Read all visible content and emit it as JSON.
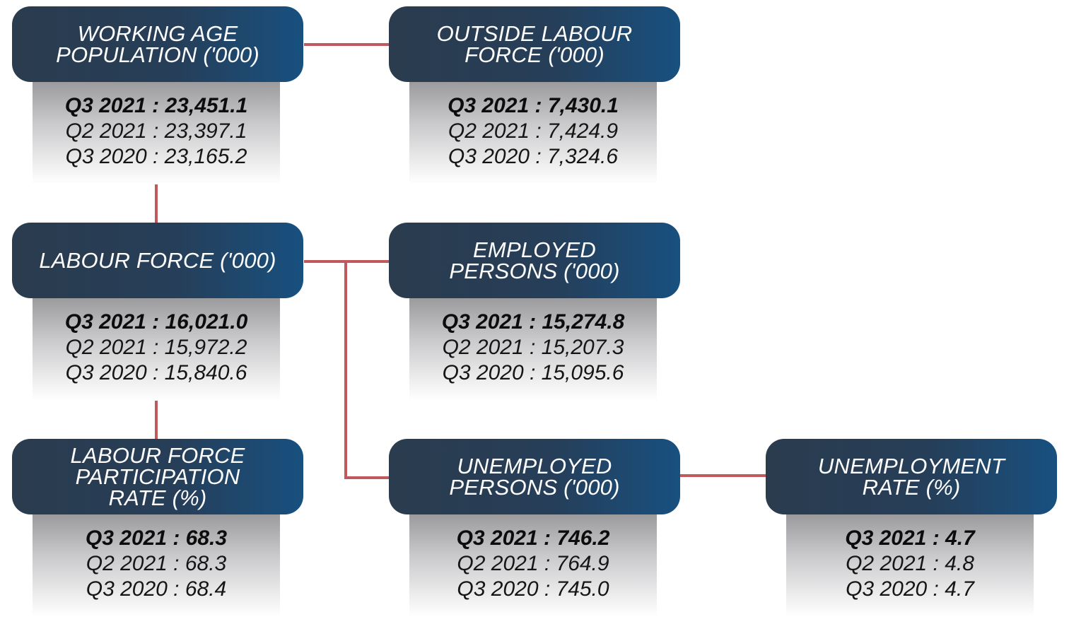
{
  "nodes": {
    "working_age": {
      "title": "WORKING AGE\nPOPULATION ('000)",
      "q3_2021": "Q3 2021 : 23,451.1",
      "q2_2021": "Q2 2021 : 23,397.1",
      "q3_2020": "Q3 2020 : 23,165.2"
    },
    "outside_labour": {
      "title": "OUTSIDE LABOUR\nFORCE ('000)",
      "q3_2021": "Q3 2021 : 7,430.1",
      "q2_2021": "Q2 2021 : 7,424.9",
      "q3_2020": "Q3 2020 : 7,324.6"
    },
    "labour_force": {
      "title": "LABOUR FORCE ('000)",
      "q3_2021": "Q3 2021 : 16,021.0",
      "q2_2021": "Q2 2021 : 15,972.2",
      "q3_2020": "Q3 2020 : 15,840.6"
    },
    "employed": {
      "title": "EMPLOYED\nPERSONS ('000)",
      "q3_2021": "Q3 2021 : 15,274.8",
      "q2_2021": "Q2 2021 : 15,207.3",
      "q3_2020": "Q3 2020 : 15,095.6"
    },
    "lfpr": {
      "title": "LABOUR FORCE\nPARTICIPATION\nRATE (%)",
      "q3_2021": "Q3 2021 : 68.3",
      "q2_2021": "Q2 2021 : 68.3",
      "q3_2020": "Q3 2020 : 68.4"
    },
    "unemployed": {
      "title": "UNEMPLOYED\nPERSONS ('000)",
      "q3_2021": "Q3 2021 : 746.2",
      "q2_2021": "Q2 2021 : 764.9",
      "q3_2020": "Q3 2020 : 745.0"
    },
    "unemployment_rate": {
      "title": "UNEMPLOYMENT\nRATE (%)",
      "q3_2021": "Q3 2021 : 4.7",
      "q2_2021": "Q2 2021 : 4.8",
      "q3_2020": "Q3 2020 : 4.7"
    }
  },
  "colors": {
    "header_dark": "#2b3c4e",
    "header_blue": "#18507f",
    "connector": "#c0595c"
  }
}
